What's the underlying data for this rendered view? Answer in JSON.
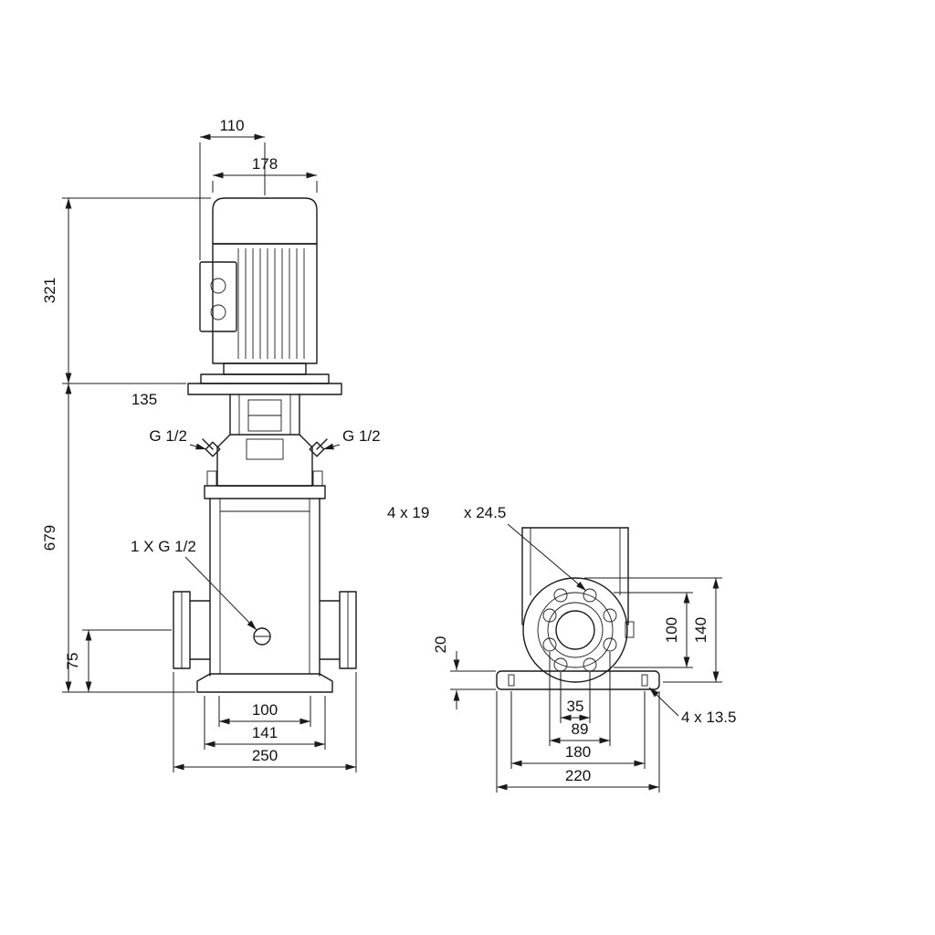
{
  "front_view": {
    "dims": {
      "fan_cover_width": "110",
      "motor_width": "178",
      "motor_height": "321",
      "head_length": "135",
      "pump_height": "679",
      "port_height": "75",
      "port_face_span": "100",
      "flange_span": "141",
      "overall_width": "250"
    },
    "labels": {
      "plug_left": "G 1/2",
      "plug_right": "G 1/2",
      "drain_plug": "1 X G 1/2"
    }
  },
  "side_view": {
    "dims": {
      "base_plate_thickness": "20",
      "bolt_circle": "100",
      "flange_diameter": "140",
      "hole_span_inner": "35",
      "hole_span_outer": "89",
      "base_hole_span": "180",
      "base_length": "220"
    },
    "labels": {
      "flange_holes": "4 x 19",
      "counterbore": "x 24.5",
      "base_holes": "4 x 13.5"
    }
  },
  "colors": {
    "ink": "#1a1a1a",
    "background": "#ffffff"
  }
}
